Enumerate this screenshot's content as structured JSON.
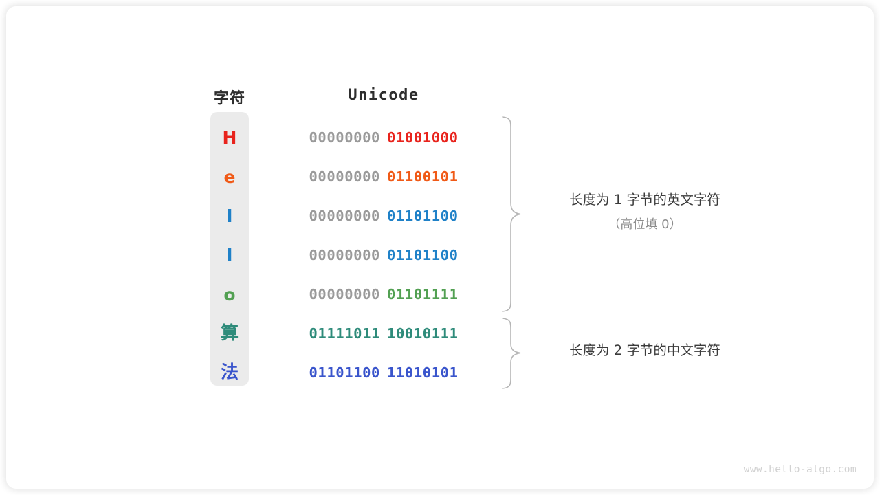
{
  "card": {
    "background": "#ffffff",
    "page_background": "#ffffff"
  },
  "headers": {
    "character": "字符",
    "unicode": "Unicode"
  },
  "colors": {
    "red": "#e8231c",
    "orange": "#f05a17",
    "blue": "#1f81c8",
    "green": "#52a052",
    "teal": "#2e8b7a",
    "royal_blue": "#3a55cc",
    "high_bits_gray": "#9a9a9a",
    "column_background": "#ebebeb",
    "brace": "#b5b5b5",
    "annotation_text": "#3b3b3b",
    "annotation_sub_text": "#8c8c8c",
    "watermark": "#d2d2d2"
  },
  "rows": [
    {
      "char": "H",
      "color": "#e8231c",
      "high_bits": "00000000",
      "low_bits": "01001000",
      "bytes": 1,
      "cjk": false
    },
    {
      "char": "e",
      "color": "#f05a17",
      "high_bits": "00000000",
      "low_bits": "01100101",
      "bytes": 1,
      "cjk": false
    },
    {
      "char": "l",
      "color": "#1f81c8",
      "high_bits": "00000000",
      "low_bits": "01101100",
      "bytes": 1,
      "cjk": false
    },
    {
      "char": "l",
      "color": "#1f81c8",
      "high_bits": "00000000",
      "low_bits": "01101100",
      "bytes": 1,
      "cjk": false
    },
    {
      "char": "o",
      "color": "#52a052",
      "high_bits": "00000000",
      "low_bits": "01101111",
      "bytes": 1,
      "cjk": false
    },
    {
      "char": "算",
      "color": "#2e8b7a",
      "high_bits": "01111011",
      "low_bits": "10010111",
      "bytes": 2,
      "cjk": true
    },
    {
      "char": "法",
      "color": "#3a55cc",
      "high_bits": "01101100",
      "low_bits": "11010101",
      "bytes": 2,
      "cjk": true
    }
  ],
  "annotations": [
    {
      "main": "长度为 1 字节的英文字符",
      "sub": "（高位填 0）",
      "covers_rows": [
        0,
        1,
        2,
        3,
        4
      ]
    },
    {
      "main": "长度为 2 字节的中文字符",
      "sub": "",
      "covers_rows": [
        5,
        6
      ]
    }
  ],
  "watermark": "www.hello-algo.com"
}
